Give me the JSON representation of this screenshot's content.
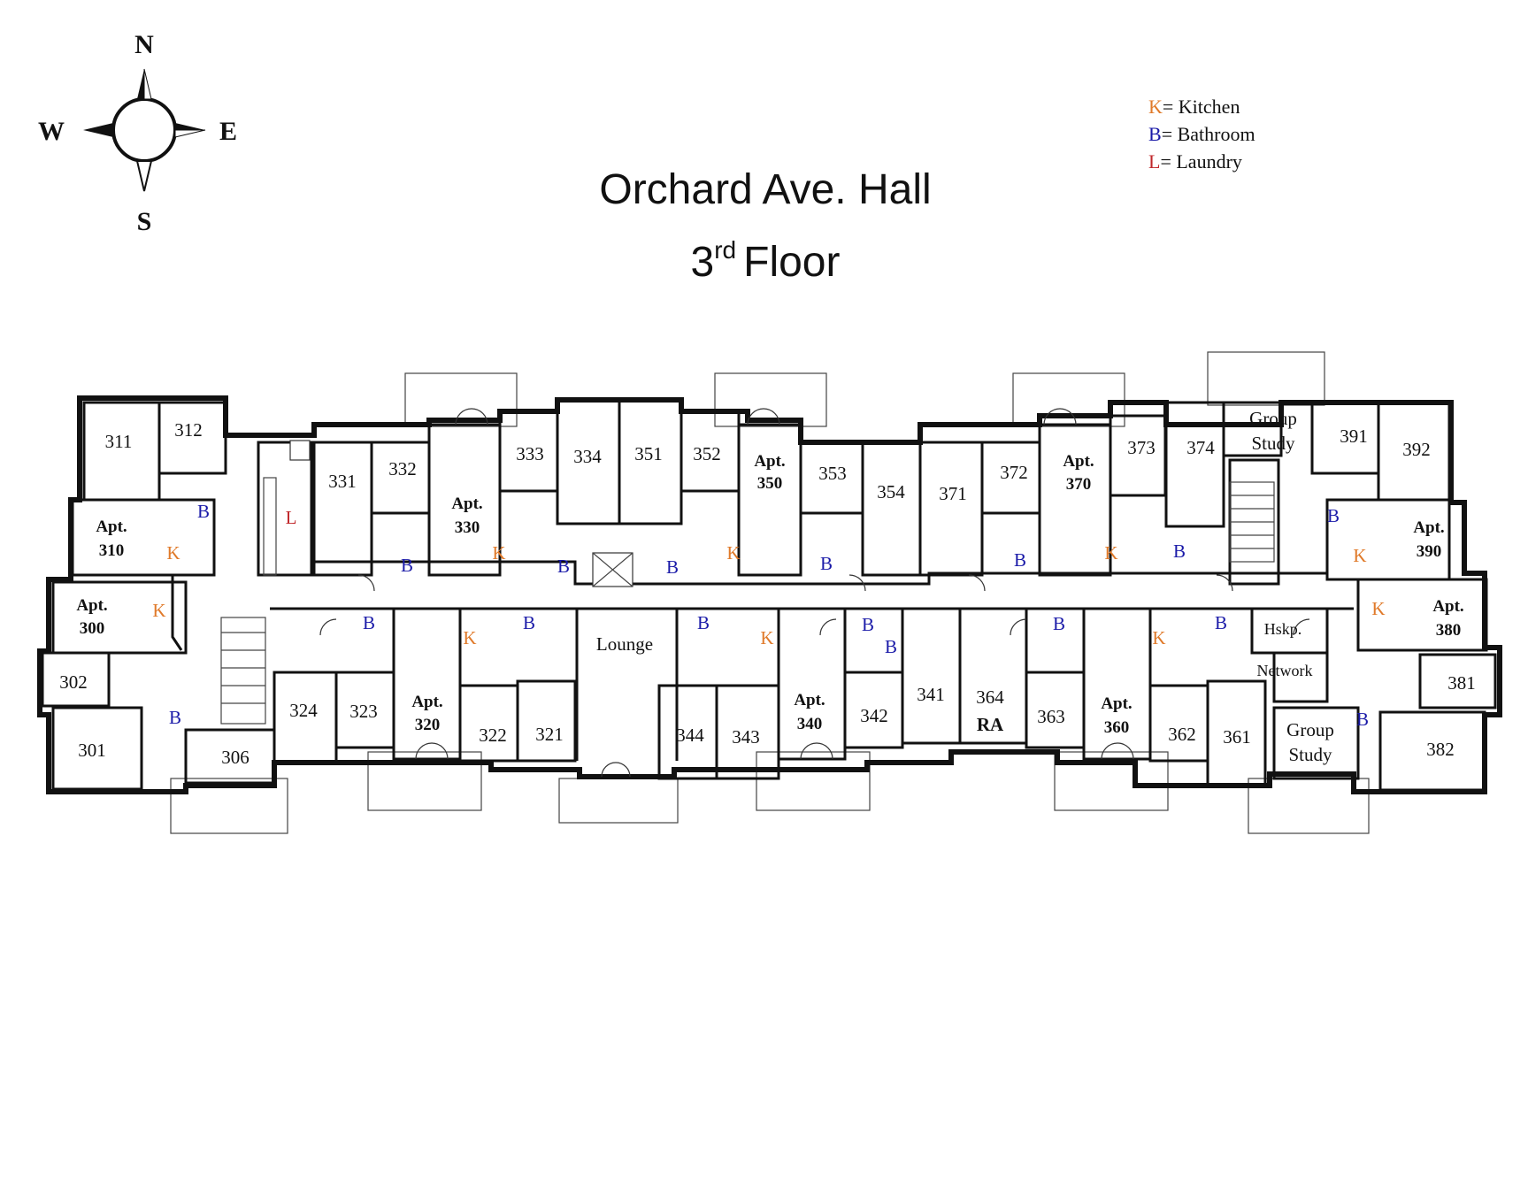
{
  "title": "Orchard Ave. Hall",
  "floor": {
    "number": "3",
    "suffix": "rd",
    "label": "Floor"
  },
  "compass": {
    "n": "N",
    "s": "S",
    "e": "E",
    "w": "W"
  },
  "legend": [
    {
      "key": "K",
      "text": "= Kitchen",
      "color": "#e07a2a"
    },
    {
      "key": "B",
      "text": "= Bathroom",
      "color": "#1a1aa8"
    },
    {
      "key": "L",
      "text": "= Laundry",
      "color": "#c0282b"
    }
  ],
  "rooms": {
    "r311": "311",
    "r312": "312",
    "apt310a": "Apt.",
    "apt310b": "310",
    "apt300a": "Apt.",
    "apt300b": "300",
    "r302": "302",
    "r301": "301",
    "r306": "306",
    "r331": "331",
    "r332": "332",
    "apt330a": "Apt.",
    "apt330b": "330",
    "r333": "333",
    "r334": "334",
    "r351": "351",
    "r352": "352",
    "apt350a": "Apt.",
    "apt350b": "350",
    "r353": "353",
    "r354": "354",
    "r371": "371",
    "r372": "372",
    "apt370a": "Apt.",
    "apt370b": "370",
    "r373": "373",
    "r374": "374",
    "gs1a": "Group",
    "gs1b": "Study",
    "r391": "391",
    "r392": "392",
    "apt390a": "Apt.",
    "apt390b": "390",
    "apt380a": "Apt.",
    "apt380b": "380",
    "r381": "381",
    "r382": "382",
    "gs2a": "Group",
    "gs2b": "Study",
    "hskp": "Hskp.",
    "network": "Network",
    "r324": "324",
    "r323": "323",
    "apt320a": "Apt.",
    "apt320b": "320",
    "r322": "322",
    "r321": "321",
    "lounge": "Lounge",
    "r344": "344",
    "r343": "343",
    "apt340a": "Apt.",
    "apt340b": "340",
    "r342": "342",
    "r341": "341",
    "r364": "364",
    "ra": "RA",
    "r363": "363",
    "apt360a": "Apt.",
    "apt360b": "360",
    "r362": "362",
    "r361": "361"
  },
  "marks": {
    "k": "K",
    "b": "B",
    "l": "L"
  }
}
